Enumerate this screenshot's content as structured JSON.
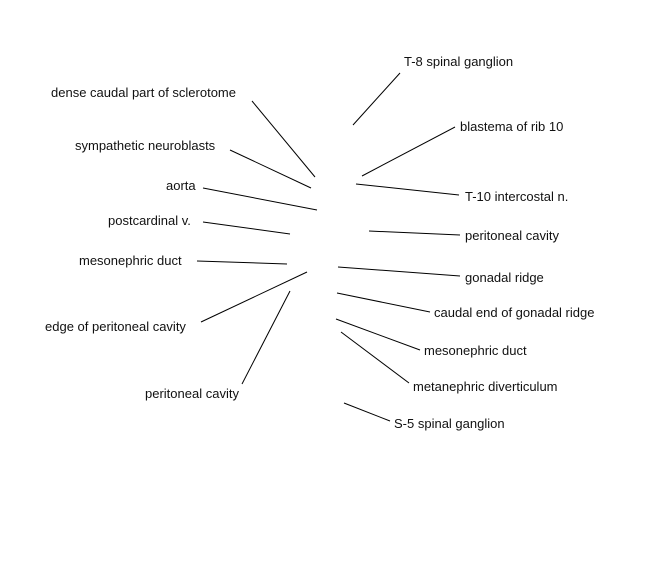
{
  "colors": {
    "background": "#ffffff",
    "text": "#111111",
    "line": "#000000"
  },
  "labels": {
    "t8_spinal_ganglion": "T-8 spinal ganglion",
    "dense_caudal_sclerotome": "dense caudal part of sclerotome",
    "blastema_rib_10": "blastema of rib 10",
    "sympathetic_neuroblasts": "sympathetic neuroblasts",
    "aorta": "aorta",
    "t10_intercostal": "T-10 intercostal n.",
    "postcardinal_v": "postcardinal v.",
    "peritoneal_cavity_right": "peritoneal cavity",
    "mesonephric_duct_left": "mesonephric duct",
    "gonadal_ridge": "gonadal ridge",
    "caudal_end_gonadal_ridge": "caudal end of gonadal ridge",
    "edge_peritoneal_cavity": "edge of peritoneal cavity",
    "mesonephric_duct_right": "mesonephric duct",
    "metanephric_diverticulum": "metanephric diverticulum",
    "peritoneal_cavity_left": "peritoneal cavity",
    "s5_spinal_ganglion": "S-5 spinal ganglion"
  }
}
